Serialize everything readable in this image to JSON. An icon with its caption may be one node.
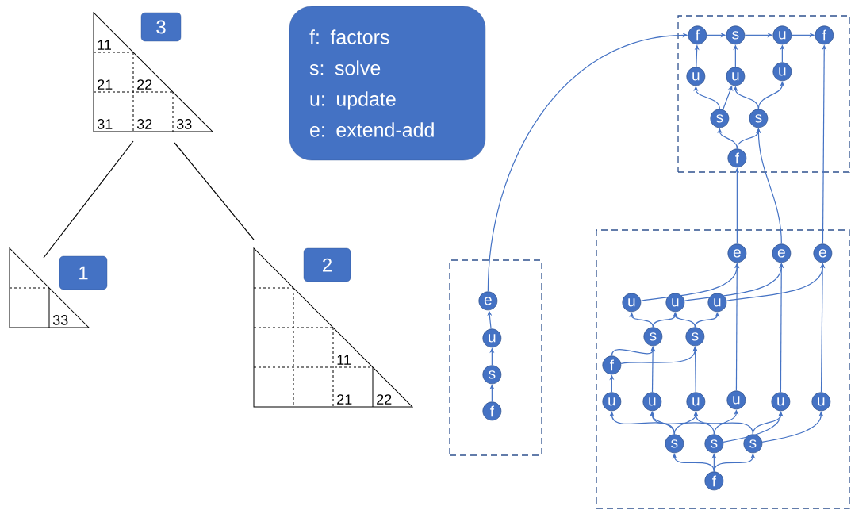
{
  "diagram": {
    "nodes": [
      {
        "text": [
          "11",
          "21",
          "22",
          "31",
          "32",
          "33"
        ]
      },
      {
        "text": [
          "3"
        ]
      },
      {
        "text": [
          "33"
        ]
      },
      {
        "text": [
          "1"
        ]
      },
      {
        "text": [
          "11",
          "21",
          "22"
        ]
      },
      {
        "text": [
          "2"
        ]
      },
      {
        "text": [
          "f: factors",
          "s: solve",
          "u: update",
          "e: extend-add"
        ]
      },
      {
        "text": [],
        "shape": "box"
      },
      {
        "text": [],
        "shape": "box"
      },
      {
        "text": [],
        "shape": "box"
      },
      {
        "text": [
          "e"
        ],
        "in": 7
      },
      {
        "text": [
          "u"
        ],
        "in": 7
      },
      {
        "text": [
          "s"
        ],
        "in": 7
      },
      {
        "text": [
          "f"
        ],
        "in": 7
      },
      {
        "text": [
          "f"
        ],
        "in": 8
      },
      {
        "text": [
          "s"
        ],
        "in": 8
      },
      {
        "text": [
          "u"
        ],
        "in": 8
      },
      {
        "text": [
          "f"
        ],
        "in": 8
      },
      {
        "text": [
          "u"
        ],
        "in": 8
      },
      {
        "text": [
          "u"
        ],
        "in": 8
      },
      {
        "text": [
          "u"
        ],
        "in": 8
      },
      {
        "text": [
          "s"
        ],
        "in": 8
      },
      {
        "text": [
          "s"
        ],
        "in": 8
      },
      {
        "text": [
          "f"
        ],
        "in": 8
      },
      {
        "text": [
          "e"
        ],
        "in": 9
      },
      {
        "text": [
          "e"
        ],
        "in": 9
      },
      {
        "text": [
          "e"
        ],
        "in": 9
      },
      {
        "text": [
          "u"
        ],
        "in": 9
      },
      {
        "text": [
          "u"
        ],
        "in": 9
      },
      {
        "text": [
          "u"
        ],
        "in": 9
      },
      {
        "text": [
          "s"
        ],
        "in": 9
      },
      {
        "text": [
          "s"
        ],
        "in": 9
      },
      {
        "text": [
          "f"
        ],
        "in": 9
      },
      {
        "text": [
          "u"
        ],
        "in": 9
      },
      {
        "text": [
          "u"
        ],
        "in": 9
      },
      {
        "text": [
          "u"
        ],
        "in": 9
      },
      {
        "text": [
          "u"
        ],
        "in": 9
      },
      {
        "text": [
          "u"
        ],
        "in": 9
      },
      {
        "text": [
          "u"
        ],
        "in": 9
      },
      {
        "text": [
          "s"
        ],
        "in": 9
      },
      {
        "text": [
          "s"
        ],
        "in": 9
      },
      {
        "text": [
          "s"
        ],
        "in": 9
      },
      {
        "text": [
          "f"
        ],
        "in": 9
      }
    ],
    "edges": [
      {
        "from": 0,
        "to": 2,
        "arrow": "none",
        "color": "#000000"
      },
      {
        "from": 0,
        "to": 4,
        "arrow": "none",
        "color": "#000000"
      },
      {
        "from": 13,
        "to": 12,
        "arrow": "to"
      },
      {
        "from": 12,
        "to": 11,
        "arrow": "to"
      },
      {
        "from": 11,
        "to": 10,
        "arrow": "to"
      },
      {
        "from": 10,
        "to": 14,
        "arrow": "to"
      },
      {
        "from": 14,
        "to": 15,
        "arrow": "to"
      },
      {
        "from": 15,
        "to": 16,
        "arrow": "to"
      },
      {
        "from": 16,
        "to": 17,
        "arrow": "to"
      },
      {
        "from": 18,
        "to": 14,
        "arrow": "to"
      },
      {
        "from": 19,
        "to": 15,
        "arrow": "to"
      },
      {
        "from": 20,
        "to": 16,
        "arrow": "to"
      },
      {
        "from": 21,
        "to": 18,
        "arrow": "to"
      },
      {
        "from": 21,
        "to": 19,
        "arrow": "to"
      },
      {
        "from": 22,
        "to": 19,
        "arrow": "to"
      },
      {
        "from": 22,
        "to": 20,
        "arrow": "to"
      },
      {
        "from": 23,
        "to": 21,
        "arrow": "to"
      },
      {
        "from": 23,
        "to": 22,
        "arrow": "to"
      },
      {
        "from": 24,
        "to": 23,
        "arrow": "to"
      },
      {
        "from": 25,
        "to": 22,
        "arrow": "to"
      },
      {
        "from": 26,
        "to": 17,
        "arrow": "to"
      },
      {
        "from": 27,
        "to": 24,
        "arrow": "to"
      },
      {
        "from": 28,
        "to": 25,
        "arrow": "to"
      },
      {
        "from": 29,
        "to": 26,
        "arrow": "to"
      },
      {
        "from": 30,
        "to": 27,
        "arrow": "to"
      },
      {
        "from": 30,
        "to": 28,
        "arrow": "to"
      },
      {
        "from": 31,
        "to": 28,
        "arrow": "to"
      },
      {
        "from": 31,
        "to": 29,
        "arrow": "to"
      },
      {
        "from": 32,
        "to": 30,
        "arrow": "to"
      },
      {
        "from": 32,
        "to": 31,
        "arrow": "to"
      },
      {
        "from": 33,
        "to": 32,
        "arrow": "to"
      },
      {
        "from": 34,
        "to": 30,
        "arrow": "to"
      },
      {
        "from": 35,
        "to": 31,
        "arrow": "to"
      },
      {
        "from": 36,
        "to": 24,
        "arrow": "to"
      },
      {
        "from": 37,
        "to": 25,
        "arrow": "to"
      },
      {
        "from": 38,
        "to": 26,
        "arrow": "to"
      },
      {
        "from": 39,
        "to": 33,
        "arrow": "to"
      },
      {
        "from": 39,
        "to": 34,
        "arrow": "to"
      },
      {
        "from": 39,
        "to": 35,
        "arrow": "to"
      },
      {
        "from": 40,
        "to": 34,
        "arrow": "to"
      },
      {
        "from": 40,
        "to": 36,
        "arrow": "to"
      },
      {
        "from": 40,
        "to": 37,
        "arrow": "to"
      },
      {
        "from": 41,
        "to": 35,
        "arrow": "to"
      },
      {
        "from": 41,
        "to": 37,
        "arrow": "to"
      },
      {
        "from": 41,
        "to": 38,
        "arrow": "to"
      },
      {
        "from": 42,
        "to": 39,
        "arrow": "to"
      },
      {
        "from": 42,
        "to": 40,
        "arrow": "to"
      },
      {
        "from": 42,
        "to": 41,
        "arrow": "to"
      }
    ]
  }
}
